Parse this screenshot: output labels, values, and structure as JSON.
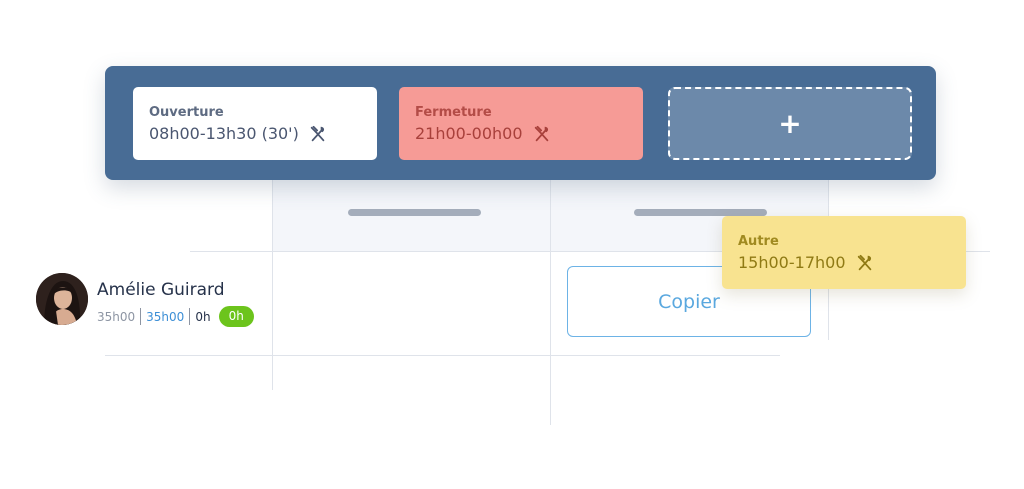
{
  "shifts": {
    "ouverture": {
      "title": "Ouverture",
      "time": "08h00-13h30 (30')",
      "icon": "utensils-icon"
    },
    "fermeture": {
      "title": "Fermeture",
      "time": "21h00-00h00",
      "icon": "utensils-icon"
    },
    "autre": {
      "title": "Autre",
      "time": "15h00-17h00",
      "icon": "utensils-icon"
    },
    "add_label": "+"
  },
  "employee": {
    "name": "Amélie Guirard",
    "planned_hours": "35h00",
    "contract_hours": "35h00",
    "worked_hours": "0h",
    "delta_badge": "0h"
  },
  "actions": {
    "copy_label": "Copier"
  },
  "colors": {
    "panel": "#486c95",
    "fermeture": "#f69b96",
    "autre": "#f8e390",
    "badge": "#6cc41c",
    "accent": "#5aa8df"
  }
}
